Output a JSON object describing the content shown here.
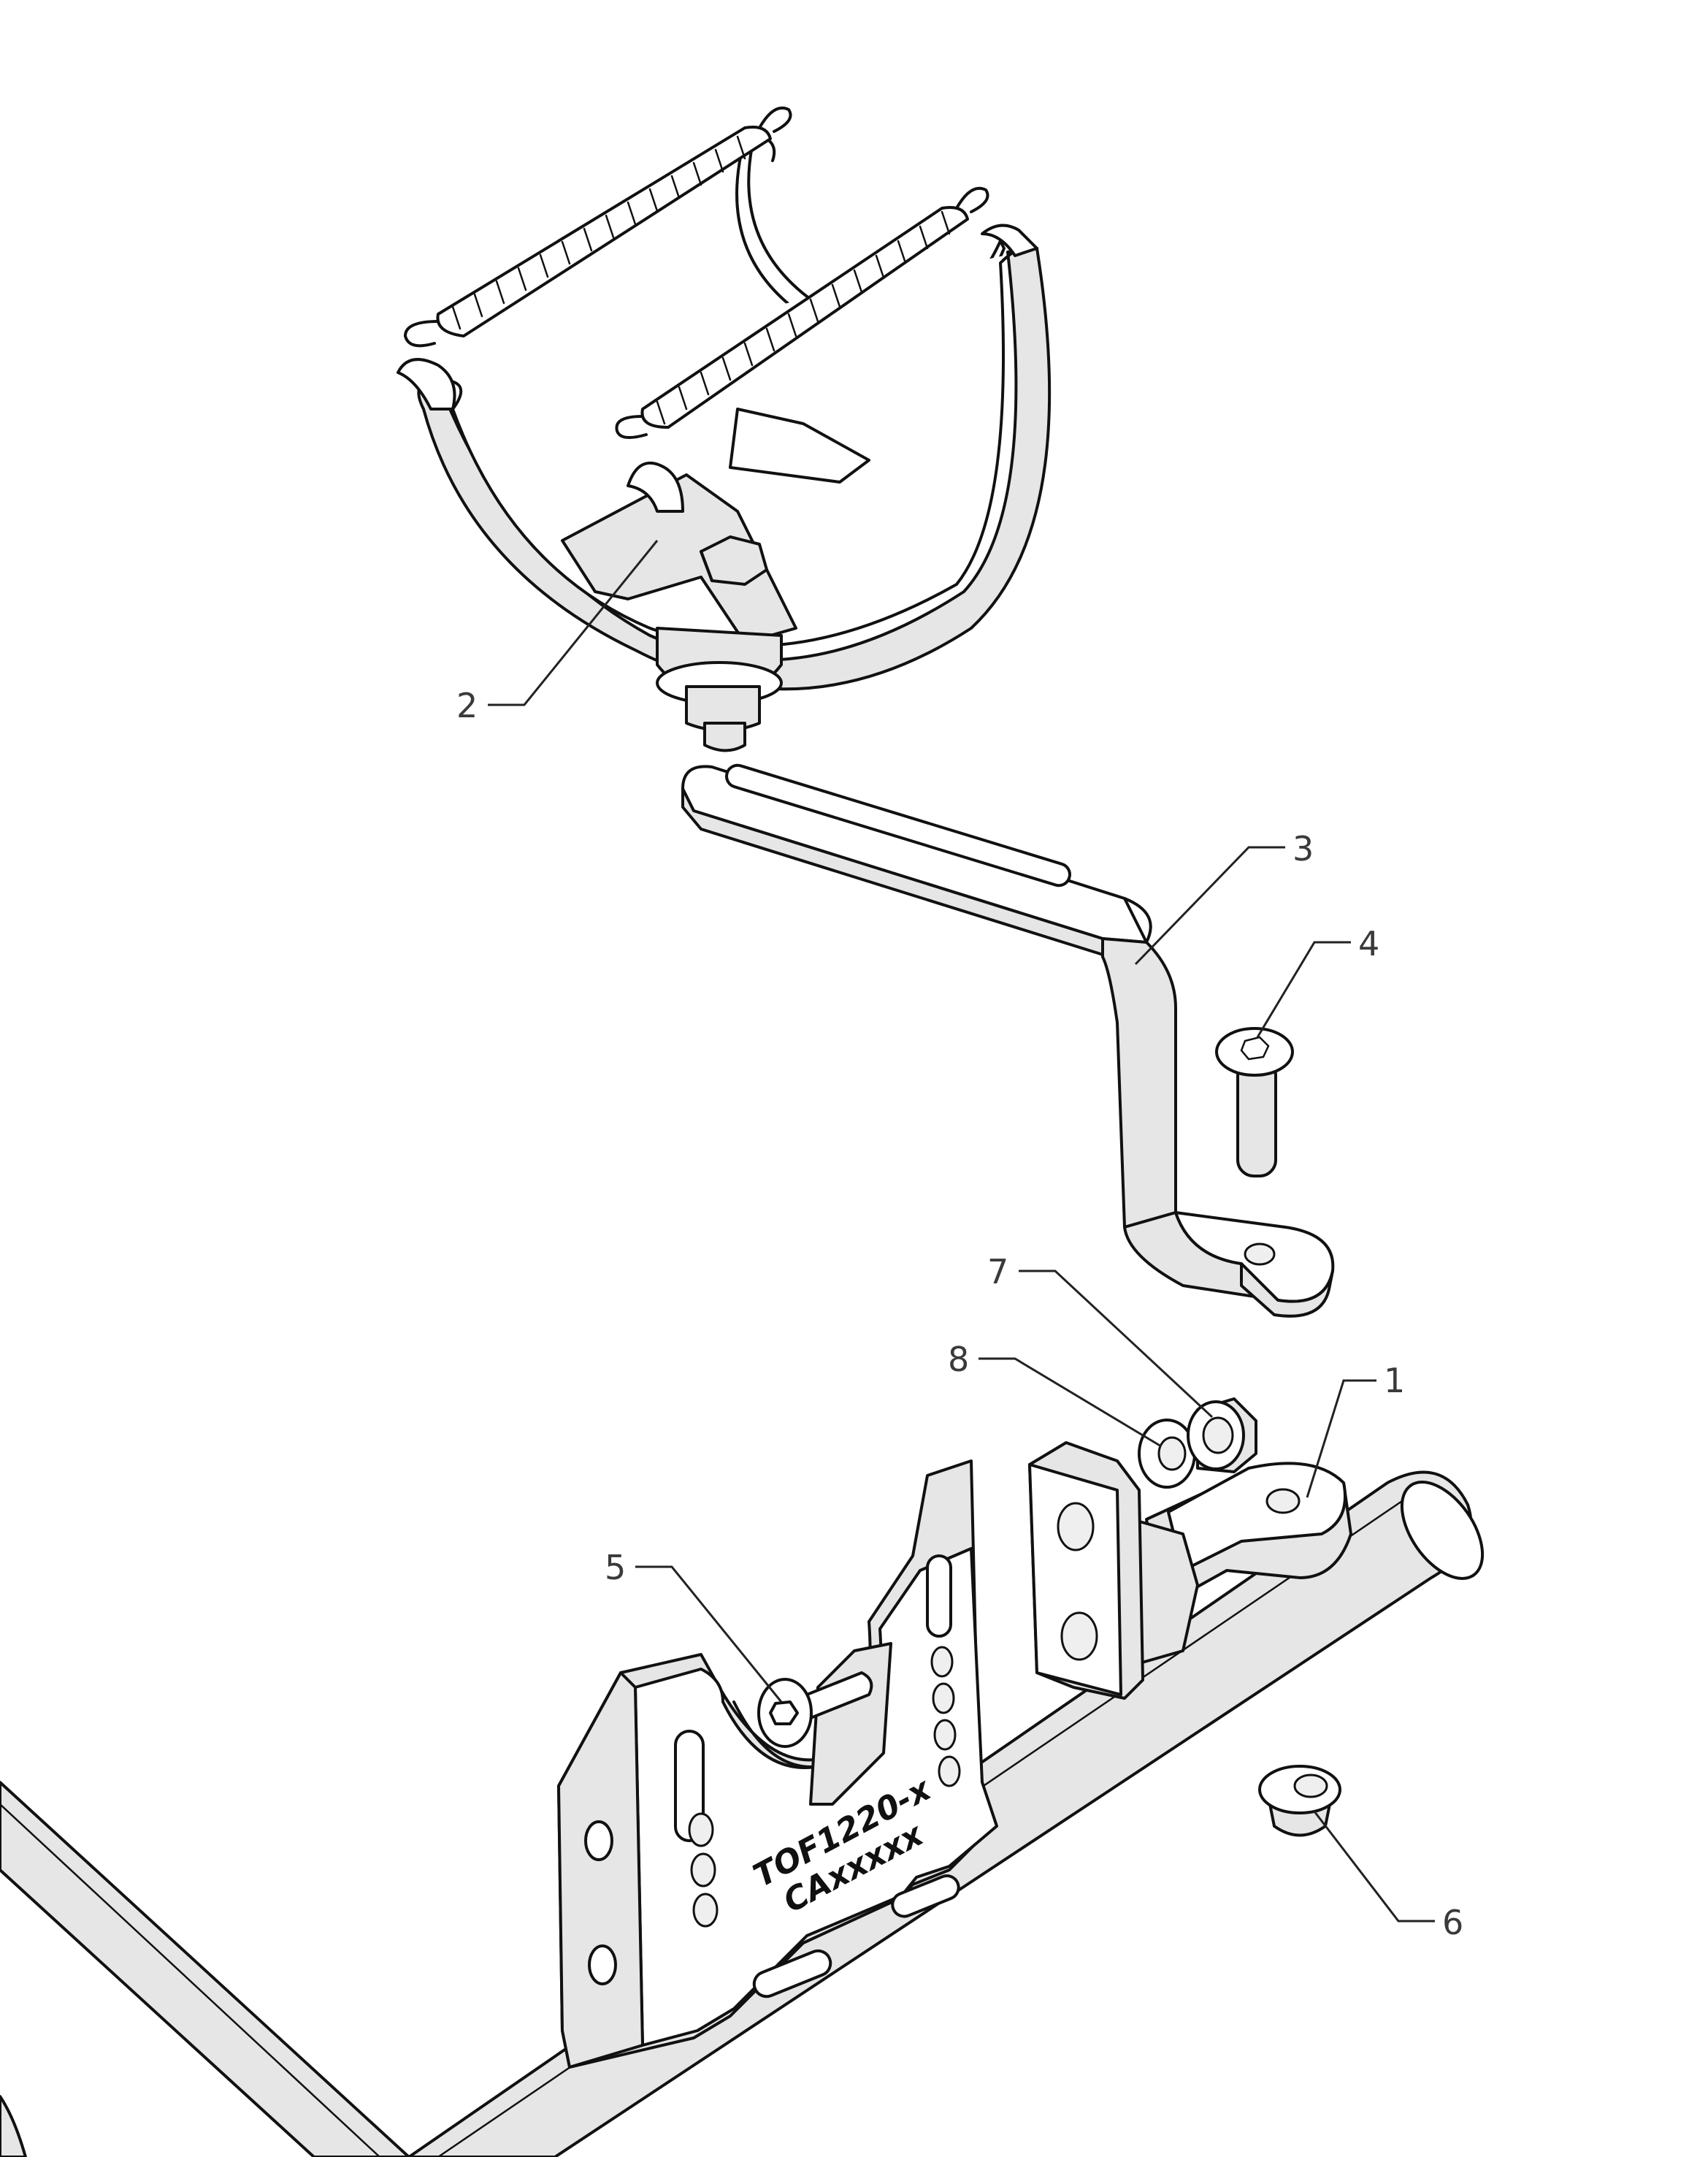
{
  "callouts": {
    "c1": "1",
    "c2": "2",
    "c3": "3",
    "c4": "4",
    "c5": "5",
    "c6": "6",
    "c7": "7",
    "c8": "8"
  },
  "plate_marking": {
    "line1": "TOF1220-x",
    "line2": "CAxxxxx"
  }
}
